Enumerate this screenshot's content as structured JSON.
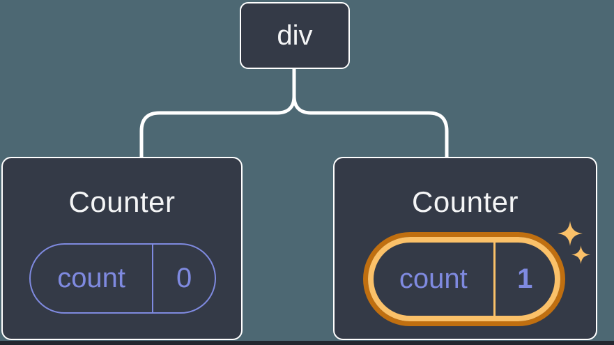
{
  "diagram": {
    "description": "React component tree with state",
    "root": {
      "label": "div"
    },
    "children": [
      {
        "title": "Counter",
        "state": {
          "key": "count",
          "value": "0",
          "highlighted": false
        }
      },
      {
        "title": "Counter",
        "state": {
          "key": "count",
          "value": "1",
          "highlighted": true
        }
      }
    ]
  },
  "icons": {
    "sparkles": "sparkles-icon"
  },
  "colors": {
    "background": "#4d6873",
    "node_fill": "#343a47",
    "node_border": "#ffffff",
    "connector": "#ffffff",
    "state_purple": "#7f8ae0",
    "highlight_orange_dark": "#c06f10",
    "highlight_orange_light": "#fbc169",
    "text": "#f4f5f6",
    "bottom_strip": "#23272f"
  }
}
